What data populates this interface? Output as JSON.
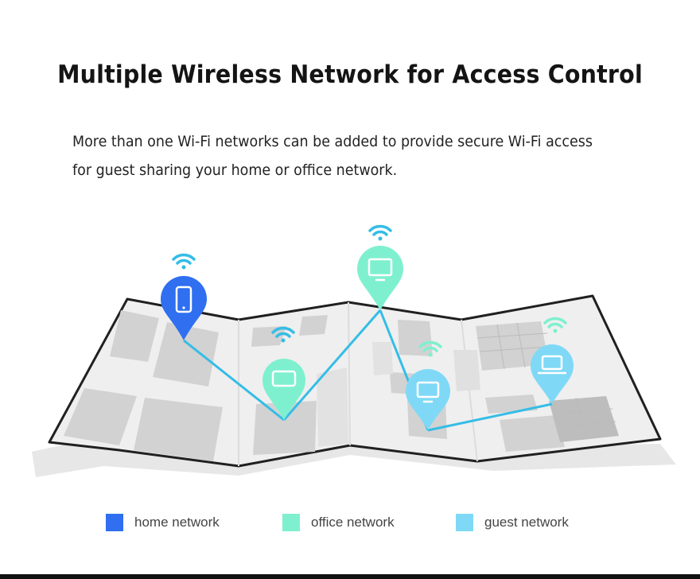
{
  "header": {
    "title": "Multiple Wireless Network for Access Control",
    "description_lines": [
      "More than one Wi-Fi networks can be added to provide secure Wi-Fi access",
      "for guest sharing your home or office network."
    ]
  },
  "colors": {
    "home": "#2f6ff0",
    "office": "#7ff0cf",
    "guest": "#7fd9f6",
    "link": "#34bde6",
    "map_outline": "#202020",
    "map_fill": "#eeeeee",
    "block": "#cfcfcf"
  },
  "pins": [
    {
      "network": "home",
      "device_icon": "phone-icon"
    },
    {
      "network": "office",
      "device_icon": "monitor-icon"
    },
    {
      "network": "office",
      "device_icon": "tablet-icon"
    },
    {
      "network": "guest",
      "device_icon": "monitor-icon"
    },
    {
      "network": "guest",
      "device_icon": "laptop-icon"
    }
  ],
  "legend": [
    {
      "label": "home network",
      "color_key": "home"
    },
    {
      "label": "office network",
      "color_key": "office"
    },
    {
      "label": "guest network",
      "color_key": "guest"
    }
  ]
}
